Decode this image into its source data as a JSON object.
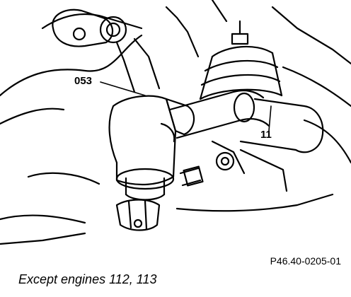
{
  "callouts": {
    "tool_053": "053",
    "part_11": "11"
  },
  "figure_ref": "P46.40-0205-01",
  "caption": "Except engines 112, 113",
  "colors": {
    "ink": "#000000",
    "paper": "#ffffff"
  }
}
